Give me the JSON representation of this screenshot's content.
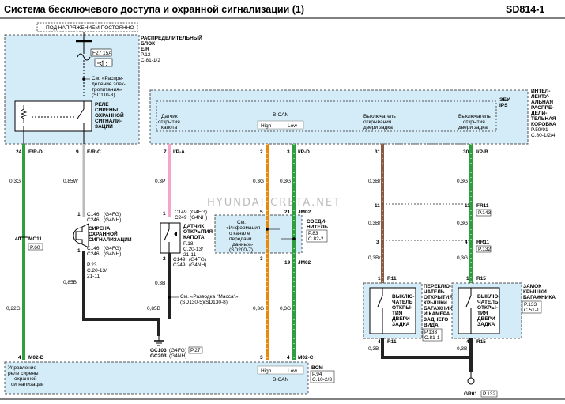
{
  "title": "Система бесключевого доступа и охранной сигнализации (1)",
  "page_code": "SD814-1",
  "watermark": "HYUNDAI-CRETA.NET",
  "colors": {
    "green": "#2e9e3e",
    "orange": "#e8890c",
    "brown": "#8a5a44",
    "pink": "#f2a7c8",
    "black": "#222",
    "blue_box": "#d4ecf7"
  },
  "labels": {
    "power_hot": "ПОД НАПРЯЖЕНИЕМ ПОСТОЯННО",
    "dist_block": [
      "РАСПРЕДЕЛИТЕЛЬНЫЙ",
      "БЛОК",
      "E/R"
    ],
    "dist_ref": [
      "P.12",
      "C.81-1/2"
    ],
    "fuse": "F27 15A",
    "see_power": [
      "См. «Распре-",
      "деление элек-",
      "тропитания»",
      "(SD110-3)"
    ],
    "relay": [
      "РЕЛЕ",
      "СИРЕНЫ",
      "ОХРАННОЙ",
      "СИГНАЛИ-",
      "ЗАЦИИ"
    ],
    "ecu_right": [
      "ИНТЕЛ-",
      "ЛЕКТУ-",
      "АЛЬНАЯ",
      "РАСПРЕ-",
      "ДЕЛИ-",
      "ТЕЛЬНАЯ",
      "КОРОБКА"
    ],
    "ecu_right_ref": [
      "P.59/91",
      "C.80-1/2/4"
    ],
    "ecu_ips": [
      "ЭБУ",
      "IPS"
    ],
    "bcan": "B-CAN",
    "high": "High",
    "low": "Low",
    "hood_sensor_top": [
      "Датчик",
      "открытия",
      "капота"
    ],
    "tail_switch_top": [
      "Выключатель",
      "открывания",
      "двери задка"
    ],
    "tail_switch_top2": [
      "Выключатель",
      "открытия",
      "двери задка"
    ],
    "siren": [
      "СИРЕНА",
      "ОХРАННОЙ",
      "СИГНАЛИЗАЦИИ"
    ],
    "siren_ref": [
      "P.23",
      "C.20-13/",
      "21-11"
    ],
    "hood_sensor": [
      "ДАТЧИК",
      "ОТКРЫТИЯ",
      "КАПОТА"
    ],
    "hood_ref": [
      "P.18",
      "C.20-13/",
      "21-11"
    ],
    "see_info": [
      "См.",
      "«Информация",
      "о канале",
      "передачи",
      "данных»",
      "(SD200-7)"
    ],
    "connector": [
      "СОЕДИ-",
      "НИТЕЛЬ"
    ],
    "connector_ref": [
      "P.83",
      "C.82-2"
    ],
    "see_ground": [
      "См. «Разводка \"Масса\"»",
      "(SD130-5)(SD130-8)"
    ],
    "gc": [
      "GC103",
      "GC203"
    ],
    "gc_variants": [
      "(G4FG)",
      "(G4NH)"
    ],
    "gc_ref": "P.27",
    "trunk_switch": [
      "ВЫКЛЮ-",
      "ЧАТЕЛЬ",
      "ОТКРЫ-",
      "ТИЯ",
      "ДВЕРИ",
      "ЗАДКА"
    ],
    "trunk_switch_side": [
      "ПЕРЕКЛЮ-",
      "ЧАТЕЛЬ",
      "ОТКРЫТИЯ",
      "КРЫШКИ",
      "БАГАЖНИКА",
      "И КАМЕРА",
      "ЗАДНЕГО",
      "ВИДА"
    ],
    "trunk_switch_ref": [
      "P.133",
      "C.81-1"
    ],
    "lock": [
      "ВЫКЛЮ-",
      "ЧАТЕЛЬ",
      "ОТКРЫ-",
      "ТИЯ",
      "ДВЕРИ",
      "ЗАДКА"
    ],
    "lock_side": [
      "ЗАМОК",
      "КРЫШКИ",
      "БАГАЖНИКА"
    ],
    "lock_ref": [
      "P.133",
      "C.51-1"
    ],
    "bcm_desc": [
      "Управление",
      "реле сирены",
      "охранной",
      "сигнализации"
    ],
    "bcm": "BCM",
    "bcm_ref": [
      "P.94",
      "C.10-2/3"
    ],
    "gr01": "GR01",
    "gr01_ref": "P.132"
  },
  "wires": {
    "w1": {
      "pin_top": "24",
      "name_top": "E/R-D",
      "gauge": "0,3G",
      "mc": "MC11",
      "mc_ref": "P.60",
      "pin_mc": "40",
      "gauge2": "0,22G",
      "pin_bot": "4",
      "name_bot": "M02-D"
    },
    "w2": {
      "pin_top": "9",
      "name_top": "E/R-C",
      "gauge": "0,85W",
      "conn": "C146",
      "conn2": "C246",
      "v1": "(G4FG)",
      "v2": "(G4NH)",
      "pin1": "1",
      "pin2": "1",
      "gauge2": "0,85B"
    },
    "w3": {
      "pin_top": "7",
      "name_top": "I/P-A",
      "gauge": "0,3P",
      "conn": "C149",
      "conn2": "C249",
      "v1": "(G4FG)",
      "v2": "(G4NH)",
      "pin1": "1",
      "pin2": "2",
      "gauge2": "0,3B",
      "gauge3": "0,85B"
    },
    "w4": {
      "pin_top": "2",
      "gauge": "0,3G",
      "pin_mid": "5",
      "pin_mid2": "3",
      "pin_bot": "3",
      "gauge2": "0,3G"
    },
    "w5": {
      "pin_top": "3",
      "name_top": "I/P-D",
      "gauge": "0,3G",
      "pin_mid": "21",
      "name_mid": "JM02",
      "pin_mid2": "19",
      "name_mid2": "JM02",
      "pin_bot": "4",
      "name_bot": "M02-C",
      "gauge2": "0,3G"
    },
    "w6": {
      "pin_top": "31",
      "gauge": "0,3Br",
      "pin_a": "11",
      "gauge2": "0,3Br",
      "pin_b": "3",
      "gauge3": "0,3Br",
      "pin_r": "1",
      "name_r": "R11",
      "pin_r2": "4",
      "name_r2": "R11",
      "gauge4": "0,3B"
    },
    "w7": {
      "pin_top": "30",
      "name_top": "I/P-B",
      "gauge": "0,3G",
      "pin_a": "11",
      "name_a": "FR11",
      "ref_a": "P.143",
      "gauge2": "0,3G",
      "pin_b": "4",
      "name_b": "RR11",
      "ref_b": "P.132",
      "gauge3": "0,3G",
      "pin_r": "1",
      "name_r": "R15",
      "pin_r2": "4",
      "name_r2": "R15",
      "gauge4": "0,3B"
    }
  }
}
